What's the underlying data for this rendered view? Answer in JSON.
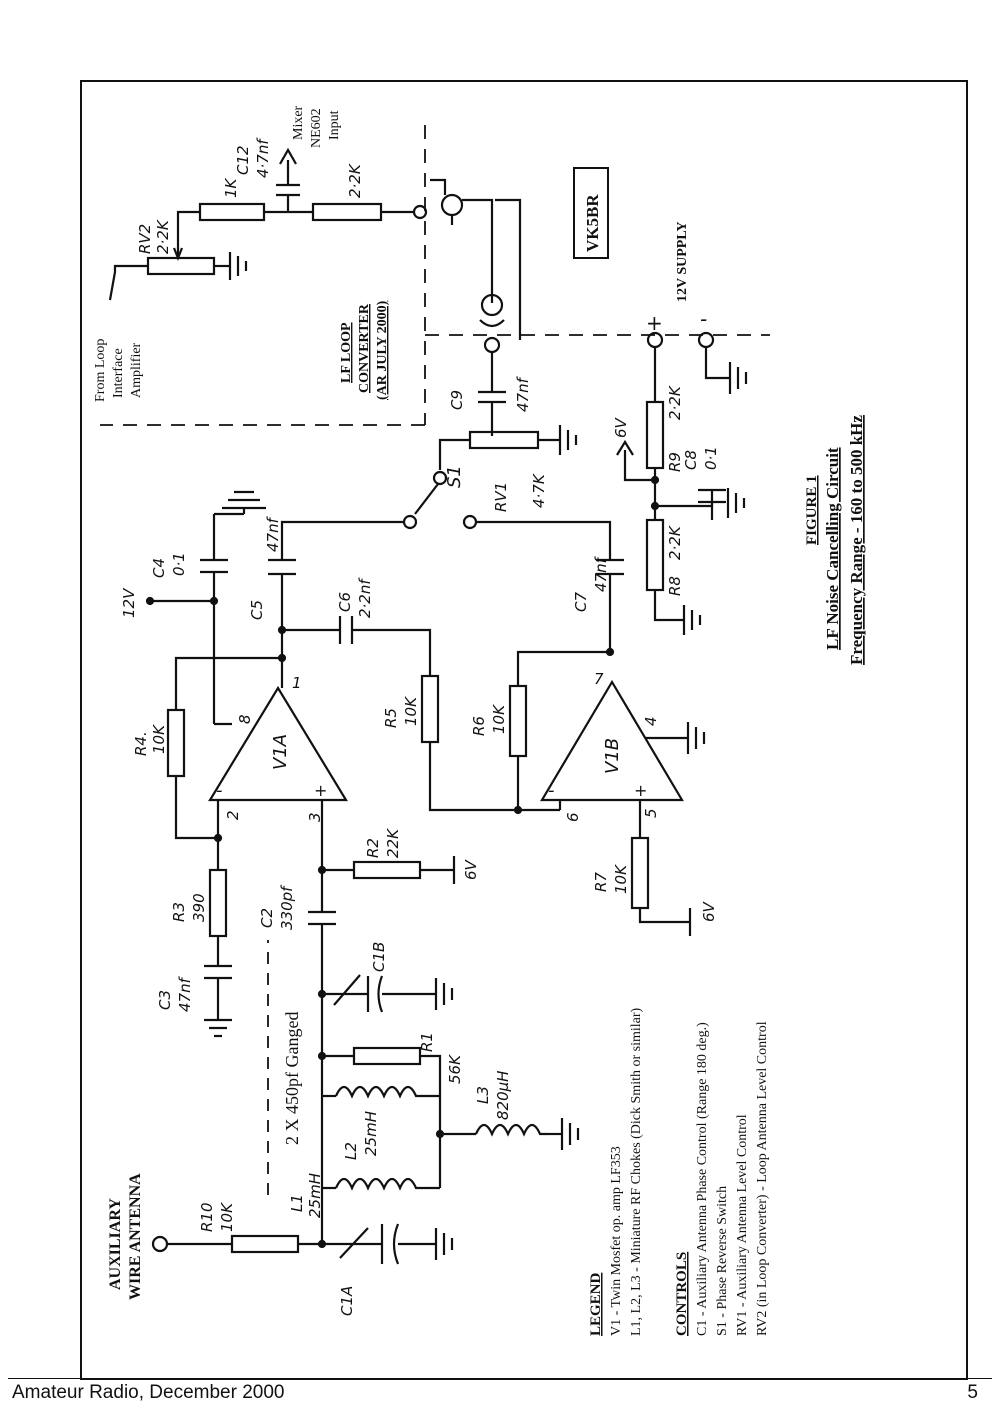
{
  "footer": {
    "publication": "Amateur Radio, December 2000",
    "page_number": "5"
  },
  "figure": {
    "number": "FIGURE 1",
    "title": "LF Noise Cancelling Circuit",
    "subtitle": "Frequency Range - 160 to 500 kHz",
    "callsign": "VK5BR"
  },
  "blocks": {
    "lf_loop_converter": [
      "LF LOOP",
      "CONVERTER",
      "(AR JULY 2000)"
    ],
    "supply_label": "12V SUPPLY",
    "from_loop": [
      "From Loop",
      "Interface",
      "Amplifier"
    ],
    "mixer": [
      "Mixer",
      "NE602",
      "Input"
    ],
    "auxiliary": [
      "AUXILIARY",
      "WIRE ANTENNA"
    ],
    "ganged": "2 X 450pf Ganged"
  },
  "components": {
    "R10": {
      "ref": "R10",
      "value": "10K"
    },
    "C1A": {
      "ref": "C1A"
    },
    "C1B": {
      "ref": "C1B"
    },
    "L1": {
      "ref": "L1",
      "value": "25mH"
    },
    "L2": {
      "ref": "L2",
      "value": "25mH"
    },
    "L3": {
      "ref": "L3",
      "value": "820μH"
    },
    "R1": {
      "ref": "R1",
      "value": "56K"
    },
    "C3": {
      "ref": "C3",
      "value": "47nf"
    },
    "R3": {
      "ref": "R3",
      "value": "390"
    },
    "C2": {
      "ref": "C2",
      "value": "330pf"
    },
    "R2": {
      "ref": "R2",
      "value": "22K"
    },
    "R4": {
      "ref": "R4.",
      "value": "10K"
    },
    "V1A": {
      "ref": "V1A"
    },
    "V1B": {
      "ref": "V1B"
    },
    "C4": {
      "ref": "C4",
      "value": "0·1"
    },
    "C5": {
      "ref": "C5",
      "value": "47nf"
    },
    "C6": {
      "ref": "C6",
      "value": "2·2nf"
    },
    "R5": {
      "ref": "R5",
      "value": "10K"
    },
    "R6": {
      "ref": "R6",
      "value": "10K"
    },
    "R7": {
      "ref": "R7",
      "value": "10K"
    },
    "C7": {
      "ref": "C7",
      "value": "47nf"
    },
    "S1": {
      "ref": "S1"
    },
    "RV1": {
      "ref": "RV1",
      "value": "4·7K"
    },
    "C9": {
      "ref": "C9",
      "value": "47nf"
    },
    "R8": {
      "ref": "R8",
      "value": "2·2K"
    },
    "R9": {
      "ref": "R9",
      "value": "2·2K"
    },
    "C8": {
      "ref": "C8",
      "value": "0·1"
    },
    "RV2": {
      "ref": "RV2",
      "value": "2·2K"
    },
    "R_1K": {
      "value": "1K"
    },
    "C12": {
      "ref": "C12",
      "value": "4·7nf"
    },
    "R_2K2": {
      "value": "2·2K"
    }
  },
  "nets": {
    "v12": "12V",
    "v6": "6V",
    "plus": "+",
    "minus": "-"
  },
  "pins": {
    "p1": "1",
    "p2": "2",
    "p3": "3",
    "p4": "4",
    "p5": "5",
    "p6": "6",
    "p7": "7",
    "p8": "8",
    "minus": "-",
    "plus": "+"
  },
  "legend": {
    "heading": "LEGEND",
    "items": [
      "V1 - Twin Mosfet op. amp LF353",
      "L1, L2, L3 - Miniature RF Chokes (Dick Smith or similar)"
    ]
  },
  "controls": {
    "heading": "CONTROLS",
    "items": [
      "C1 - Auxiliary Antenna Phase Control (Range 180 deg.)",
      "S1 - Phase Reverse Switch",
      "RV1 - Auxiliary Antenna Level Control",
      "RV2 (in Loop Converter) - Loop Antenna Level Control"
    ]
  }
}
